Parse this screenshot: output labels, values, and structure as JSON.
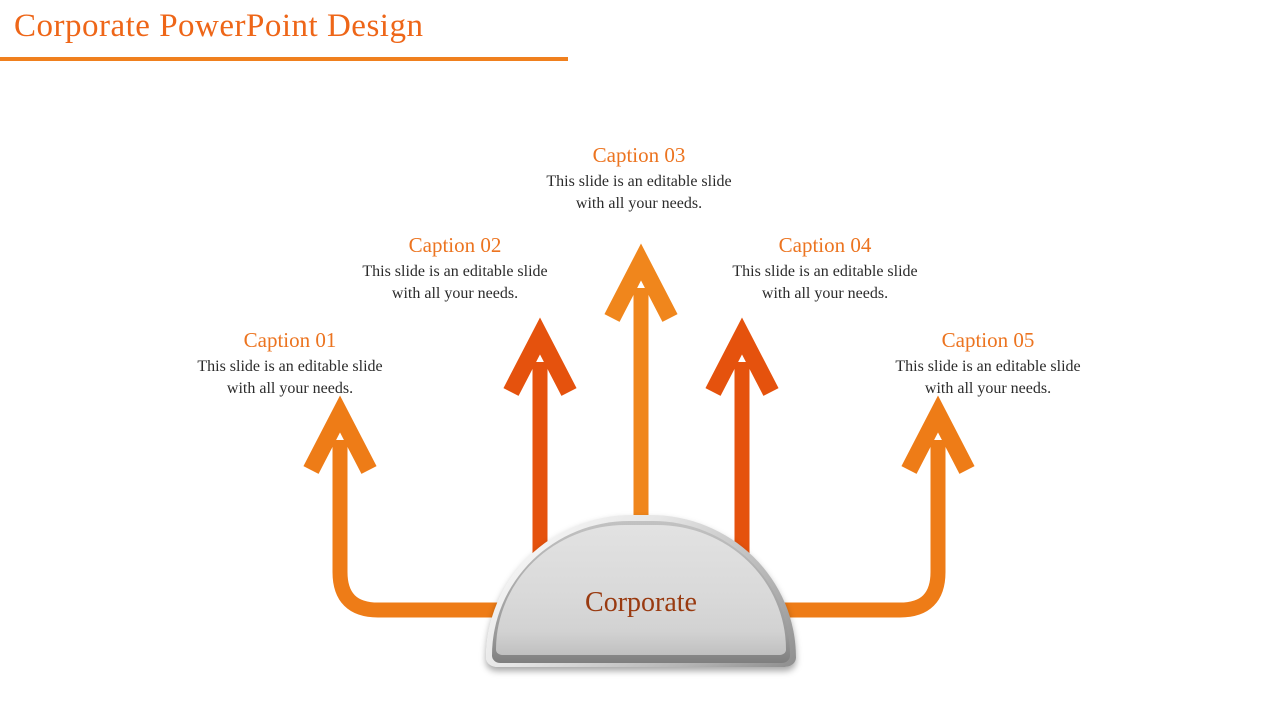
{
  "slide": {
    "title": "Corporate PowerPoint Design",
    "center_label": "Corporate",
    "captions": [
      {
        "label": "Caption 01",
        "body": "This slide is an editable slide with all your needs."
      },
      {
        "label": "Caption 02",
        "body": "This slide is an editable slide with all your needs."
      },
      {
        "label": "Caption 03",
        "body": "This slide is an editable slide with all your needs."
      },
      {
        "label": "Caption 04",
        "body": "This slide is an editable slide with all your needs."
      },
      {
        "label": "Caption 05",
        "body": "This slide is an editable slide with all your needs."
      }
    ]
  },
  "colors": {
    "title-color": "#ee6618",
    "underline-color": "#f0801e",
    "caption-heading-color": "#ec7420",
    "body-text-color": "#2b2b2b",
    "center-label-color": "#993a10",
    "arrow-outer-color": "#ee7c17",
    "arrow-inner-color": "#e5520d",
    "arrow-center-color": "#f0861c"
  }
}
